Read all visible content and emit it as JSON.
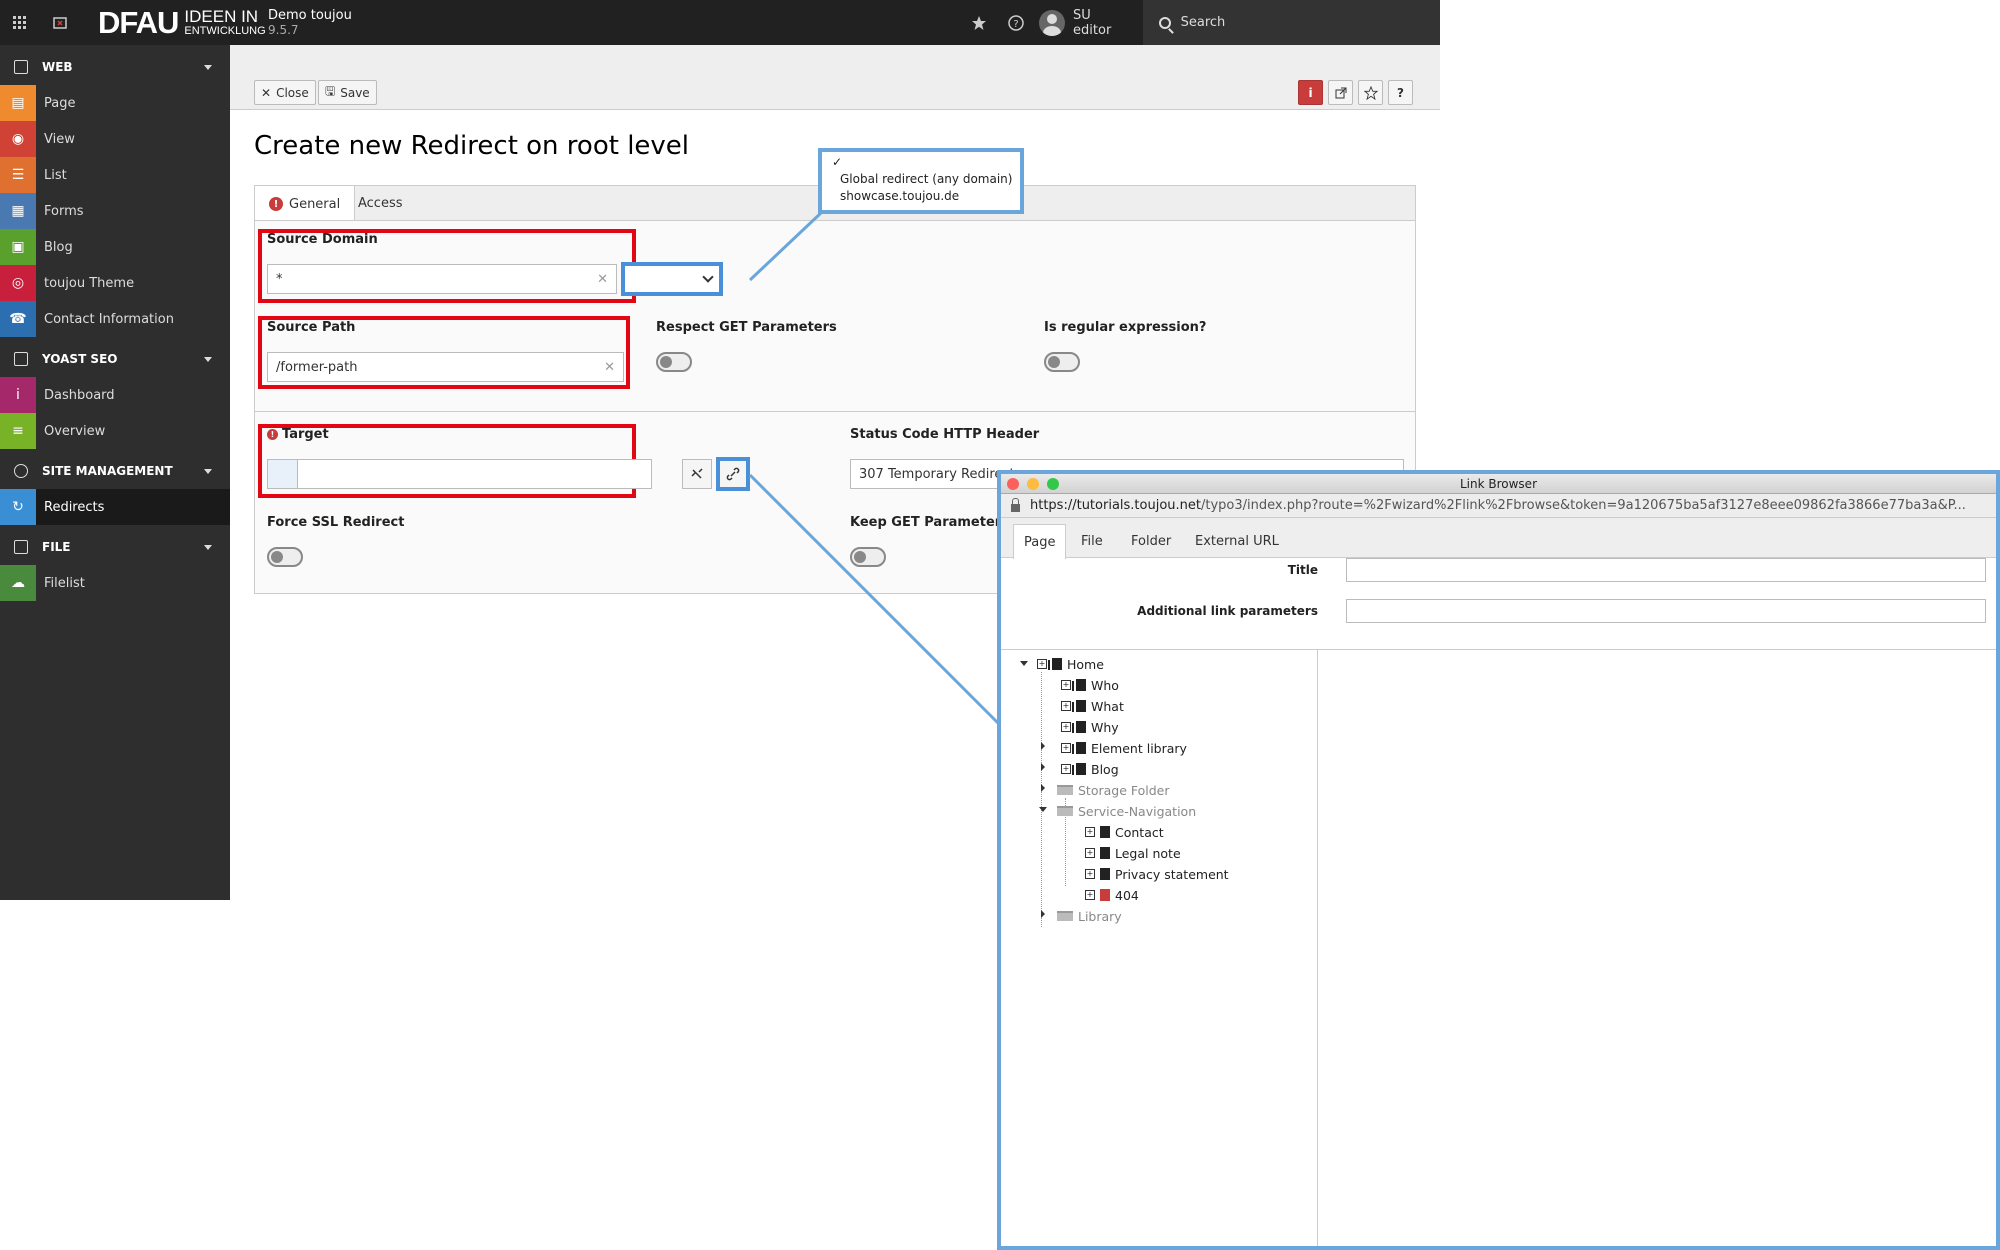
{
  "topbar": {
    "logo_main": "DFAU",
    "logo_sub_1": "IDEEN IN",
    "logo_sub_2": "ENTWICKLUNG",
    "site_name": "Demo toujou",
    "site_version": "9.5.7",
    "user_label": "SU editor",
    "search_label": "Search"
  },
  "sidebar": {
    "sections": [
      {
        "label": "WEB",
        "items": [
          {
            "label": "Page",
            "color": "#f08a2e",
            "icon": "page-icon"
          },
          {
            "label": "View",
            "color": "#d04235",
            "icon": "eye-icon"
          },
          {
            "label": "List",
            "color": "#e07030",
            "icon": "list-icon"
          },
          {
            "label": "Forms",
            "color": "#4a78b0",
            "icon": "form-icon"
          },
          {
            "label": "Blog",
            "color": "#5aa02c",
            "icon": "blog-icon"
          },
          {
            "label": "toujou Theme",
            "color": "#c8203c",
            "icon": "fingerprint-icon"
          },
          {
            "label": "Contact Information",
            "color": "#2c6fb0",
            "icon": "contact-icon"
          }
        ]
      },
      {
        "label": "YOAST SEO",
        "items": [
          {
            "label": "Dashboard",
            "color": "#a4286a",
            "icon": "info-icon"
          },
          {
            "label": "Overview",
            "color": "#77b227",
            "icon": "overview-icon"
          }
        ]
      },
      {
        "label": "SITE MANAGEMENT",
        "items": [
          {
            "label": "Redirects",
            "color": "#3a8ed4",
            "icon": "redirect-icon"
          }
        ]
      },
      {
        "label": "FILE",
        "items": [
          {
            "label": "Filelist",
            "color": "#4a8a3c",
            "icon": "filelist-icon"
          }
        ]
      }
    ]
  },
  "toolbar": {
    "close_label": "Close",
    "save_label": "Save"
  },
  "form": {
    "title": "Create new Redirect on root level",
    "tabs": [
      "General",
      "Access"
    ],
    "source_domain_label": "Source Domain",
    "source_domain_value": "*",
    "source_path_label": "Source Path",
    "source_path_value": "/former-path",
    "respect_get_label": "Respect GET Parameters",
    "regex_label": "Is regular expression?",
    "target_label": "Target",
    "status_code_label": "Status Code HTTP Header",
    "status_code_value": "307 Temporary Redirect",
    "force_ssl_label": "Force SSL Redirect",
    "keep_get_label": "Keep GET Parameters"
  },
  "domain_dropdown": {
    "check": "✓",
    "options": [
      "Global redirect (any domain)",
      "showcase.toujou.de"
    ]
  },
  "link_browser": {
    "title": "Link Browser",
    "url_host": "https://tutorials.toujou.net",
    "url_path": "/typo3/index.php?route=%2Fwizard%2Flink%2Fbrowse&token=9a120675ba5af3127e8eee09862fa3866e77ba3a&P...",
    "tabs": [
      "Page",
      "File",
      "Folder",
      "External URL"
    ],
    "title_label": "Title",
    "params_label": "Additional link parameters",
    "tree": {
      "home": "Home",
      "who": "Who",
      "what": "What",
      "why": "Why",
      "element_library": "Element library",
      "blog": "Blog",
      "storage_folder": "Storage Folder",
      "service_navigation": "Service-Navigation",
      "contact": "Contact",
      "legal_note": "Legal note",
      "privacy_statement": "Privacy statement",
      "page_404": "404",
      "library": "Library"
    }
  }
}
